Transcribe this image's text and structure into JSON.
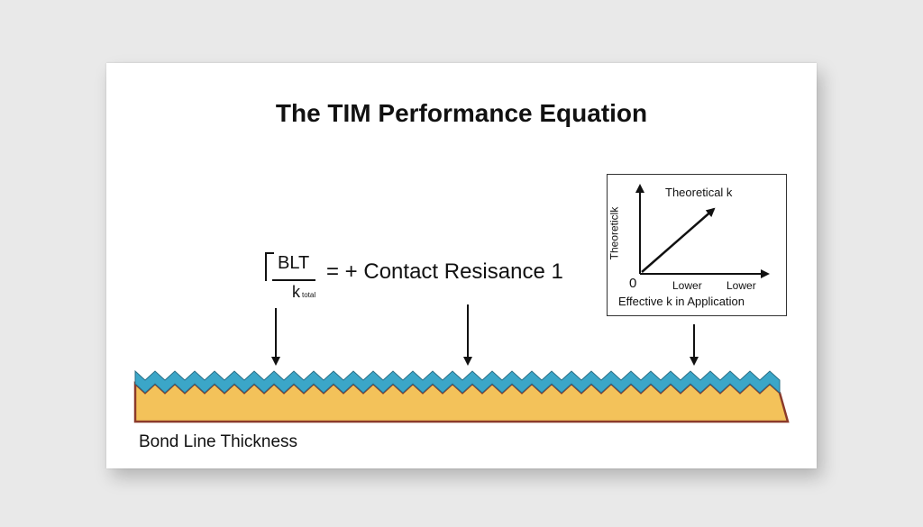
{
  "title": "The TIM Performance Equation",
  "equation": {
    "numerator": "BLT",
    "denominator": "k",
    "denominator_subscript": "total",
    "rest": "= + Contact Resisance 1"
  },
  "inset": {
    "y_axis_label": "Theoreticlk",
    "line_label": "Theoretical k",
    "origin_label": "0",
    "x_tick_label_1": "Lower",
    "x_tick_label_2": "Lower",
    "x_axis_label": "Effective k in Application"
  },
  "bottom_label": "Bond Line Thickness",
  "colors": {
    "layer_fill": "#f3c25a",
    "surface_fill": "#3ba6c8",
    "layer_outline": "#8b3a2a"
  }
}
